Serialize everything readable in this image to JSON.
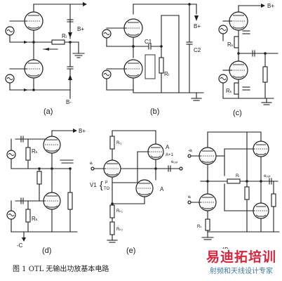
{
  "diagram": {
    "subfigures": [
      {
        "id": "a",
        "caption": "(a)",
        "labels": {
          "supply_pos": "B+",
          "supply_neg": "B-",
          "resistor": "Rₗ"
        }
      },
      {
        "id": "b",
        "caption": "(b)",
        "labels": {
          "supply_pos": "B+",
          "cap1": "C1",
          "cap2": "C2",
          "resistor": "Rₗ"
        }
      },
      {
        "id": "c",
        "caption": "(c)",
        "labels": {
          "supply_pos": "B+",
          "res_top": "Rₖ",
          "res_bottom": "Rₖ"
        }
      },
      {
        "id": "d",
        "caption": "(d)",
        "labels": {
          "supply_pos": "B+",
          "supply_neg": "-C",
          "res_top": "Rₖ",
          "res_bottom": "Rₖ"
        }
      },
      {
        "id": "e",
        "caption": "(e)",
        "labels": {
          "rl1": "Rₗ₁",
          "ra": "A",
          "ra1": "A+1",
          "eout": "eₒᵤₜ",
          "ein": "eᵢ",
          "v1": "V1",
          "mu": "μ",
          "to": "TO",
          "a_lower": "A",
          "rk1": "Rₖ₁",
          "rk2": "Rₖ₂"
        }
      },
      {
        "id": "f",
        "caption": "(f)",
        "labels": {
          "ein_neg": "-eᵢ",
          "ein_pos": "eᵢ",
          "eout": "eₒᵤₜ",
          "rl": "Rₗ",
          "rk": "Rₖ"
        }
      }
    ]
  },
  "figure_caption": "图 1   OTL 无输出功放基本电路",
  "watermark": {
    "logo": "易迪拓培训",
    "subtitle": "射频和天线设计专家"
  }
}
